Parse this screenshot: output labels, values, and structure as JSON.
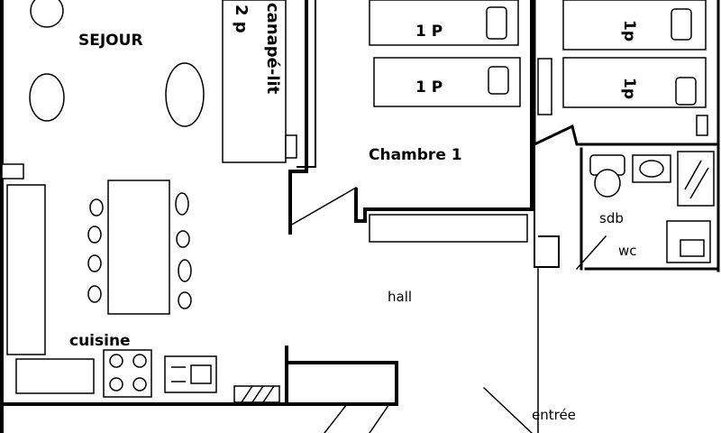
{
  "rooms": {
    "sejour": "SEJOUR",
    "sofa_bed": "canapé-lit",
    "sofa_bed_capacity": "2 p",
    "bedroom": "Chambre 1",
    "bed_1p_a": "1 P",
    "bed_1p_b": "1 P",
    "bed_1p_c": "1p",
    "bed_1p_d": "1p",
    "bathroom": "sdb",
    "toilet": "wc",
    "hall": "hall",
    "kitchen": "cuisine",
    "entrance": "entrée"
  },
  "colors": {
    "wall": "#000000",
    "background": "#ffffff"
  }
}
